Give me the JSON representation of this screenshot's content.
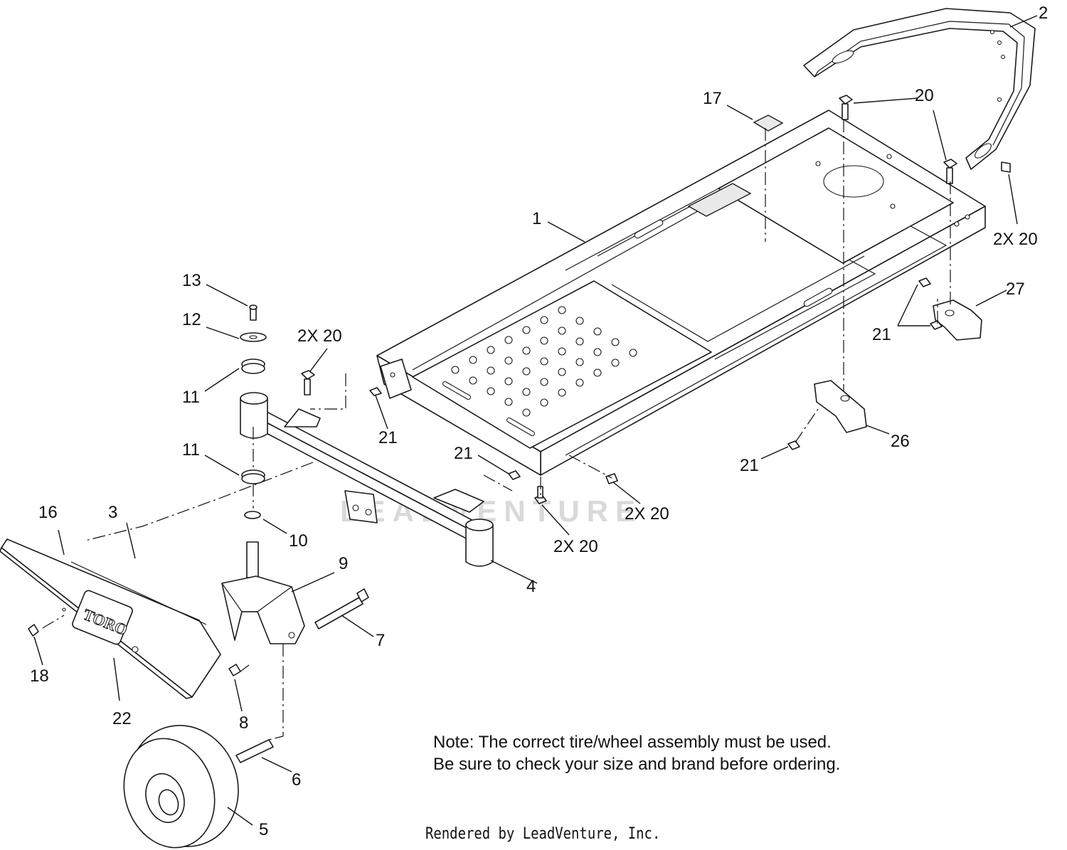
{
  "callouts": [
    {
      "id": "c1",
      "text": "1"
    },
    {
      "id": "c2",
      "text": "2"
    },
    {
      "id": "c3",
      "text": "3"
    },
    {
      "id": "c4",
      "text": "4"
    },
    {
      "id": "c5",
      "text": "5"
    },
    {
      "id": "c6",
      "text": "6"
    },
    {
      "id": "c7",
      "text": "7"
    },
    {
      "id": "c8",
      "text": "8"
    },
    {
      "id": "c9",
      "text": "9"
    },
    {
      "id": "c10",
      "text": "10"
    },
    {
      "id": "c11a",
      "text": "11"
    },
    {
      "id": "c11b",
      "text": "11"
    },
    {
      "id": "c12",
      "text": "12"
    },
    {
      "id": "c13",
      "text": "13"
    },
    {
      "id": "c16",
      "text": "16"
    },
    {
      "id": "c17",
      "text": "17"
    },
    {
      "id": "c18",
      "text": "18"
    },
    {
      "id": "c20a",
      "text": "20"
    },
    {
      "id": "c20b",
      "text": "2X 20"
    },
    {
      "id": "c20c",
      "text": "2X 20"
    },
    {
      "id": "c20d",
      "text": "2X 20"
    },
    {
      "id": "c20e",
      "text": "2X 20"
    },
    {
      "id": "c21a",
      "text": "21"
    },
    {
      "id": "c21b",
      "text": "21"
    },
    {
      "id": "c21c",
      "text": "21"
    },
    {
      "id": "c21d",
      "text": "21"
    },
    {
      "id": "c22",
      "text": "22"
    },
    {
      "id": "c26",
      "text": "26"
    },
    {
      "id": "c27",
      "text": "27"
    }
  ],
  "note": {
    "line1": "Note: The correct tire/wheel assembly must be used.",
    "line2": "Be sure to check your size and brand before ordering."
  },
  "credit": "Rendered by LeadVenture, Inc.",
  "logo_text": "TORO",
  "watermark": "LEADVENTURE"
}
